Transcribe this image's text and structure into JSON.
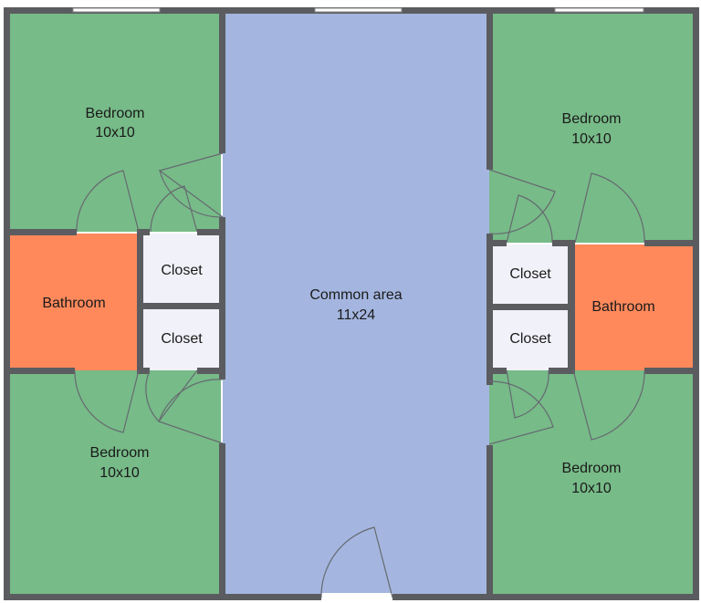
{
  "colors": {
    "bedroom": "#77bb88",
    "common": "#a4b6e0",
    "bathroom": "#ff895b",
    "closet": "#f1f1f9",
    "wall": "#5a5c60"
  },
  "rooms": {
    "bedroom_top_left": {
      "name": "Bedroom",
      "size": "10x10"
    },
    "bedroom_bottom_left": {
      "name": "Bedroom",
      "size": "10x10"
    },
    "bedroom_top_right": {
      "name": "Bedroom",
      "size": "10x10"
    },
    "bedroom_bottom_right": {
      "name": "Bedroom",
      "size": "10x10"
    },
    "bathroom_left": {
      "name": "Bathroom"
    },
    "bathroom_right": {
      "name": "Bathroom"
    },
    "closet_left_1": {
      "name": "Closet"
    },
    "closet_left_2": {
      "name": "Closet"
    },
    "closet_right_1": {
      "name": "Closet"
    },
    "closet_right_2": {
      "name": "Closet"
    },
    "common": {
      "name": "Common area",
      "size": "11x24"
    }
  }
}
